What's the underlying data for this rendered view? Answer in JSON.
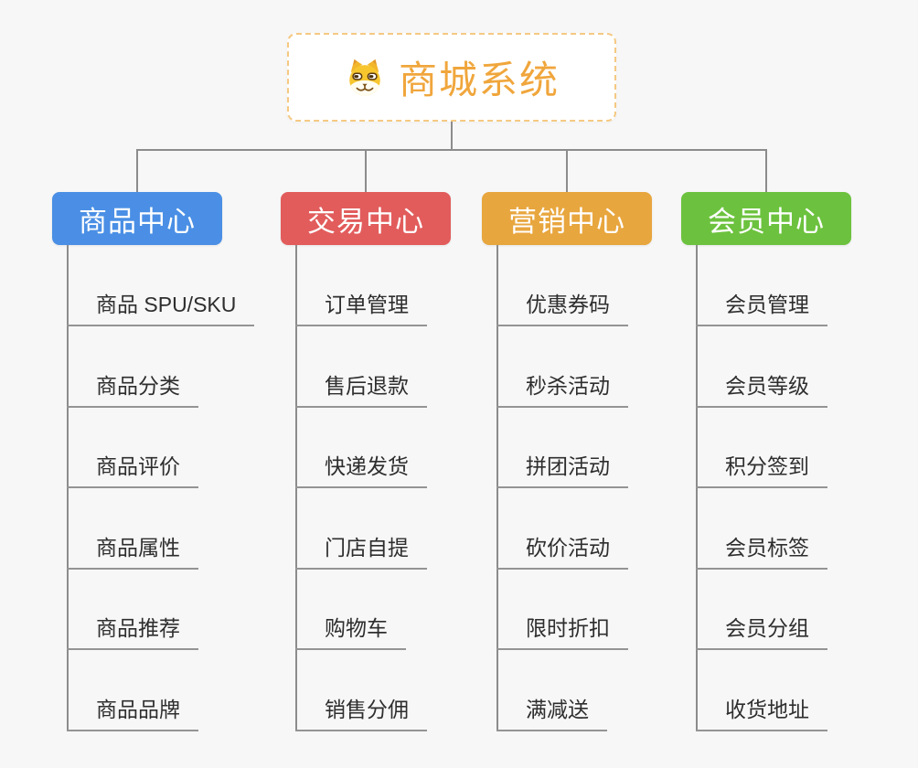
{
  "root": {
    "title": "商城系统",
    "icon": "dog-face-icon"
  },
  "colors": {
    "background": "#f7f7f7",
    "connector": "#8c8c8c",
    "leaf_text": "#2e2e2e",
    "leaf_underline": "#949494",
    "root_text": "#f0a63c",
    "root_border": "#f5c983"
  },
  "branches": [
    {
      "label": "商品中心",
      "color": "#4a8fe5",
      "items": [
        "商品 SPU/SKU",
        "商品分类",
        "商品评价",
        "商品属性",
        "商品推荐",
        "商品品牌"
      ]
    },
    {
      "label": "交易中心",
      "color": "#e25c5c",
      "items": [
        "订单管理",
        "售后退款",
        "快递发货",
        "门店自提",
        "购物车",
        "销售分佣"
      ]
    },
    {
      "label": "营销中心",
      "color": "#e8a63e",
      "items": [
        "优惠券码",
        "秒杀活动",
        "拼团活动",
        "砍价活动",
        "限时折扣",
        "满减送"
      ]
    },
    {
      "label": "会员中心",
      "color": "#6cc23e",
      "items": [
        "会员管理",
        "会员等级",
        "积分签到",
        "会员标签",
        "会员分组",
        "收货地址"
      ]
    }
  ]
}
